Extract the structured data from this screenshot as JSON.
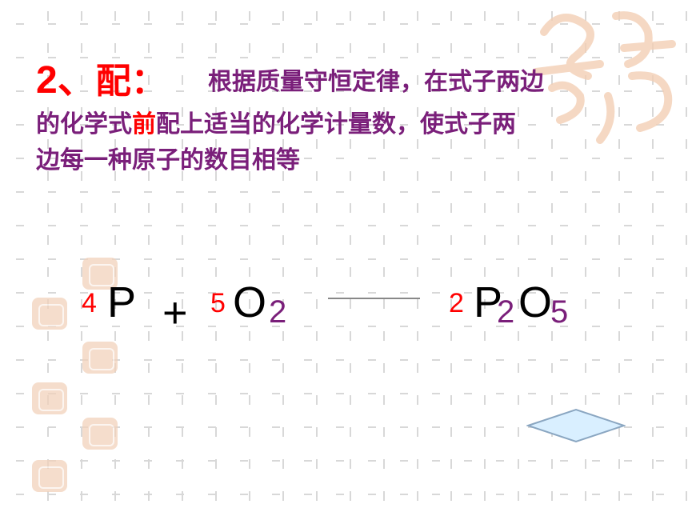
{
  "title": {
    "number": "2、",
    "heading": "配：",
    "line1": "根据质量守恒定律，在式子两边",
    "line2_before": "的化学式",
    "line2_highlight": "前",
    "line2_after": "配上适当的化学计量数，使式子两",
    "line3": "边每一种原子的数目相等"
  },
  "equation": {
    "coef_p": "4",
    "p": "P",
    "plus": "+",
    "coef_o2": "5",
    "o": "O",
    "o_sub": "2",
    "coef_p2o5": "2",
    "p2": "P",
    "p_sub": "2",
    "o2": "O",
    "o_sub2": "5"
  },
  "colors": {
    "red": "#ff0000",
    "purple": "#7a1f7a",
    "diamond_fill": "#d9efff",
    "diamond_stroke": "#8aa6c1"
  },
  "icons": {
    "seal": "decorative-seal-icon",
    "nav": "diamond-nav-icon"
  }
}
